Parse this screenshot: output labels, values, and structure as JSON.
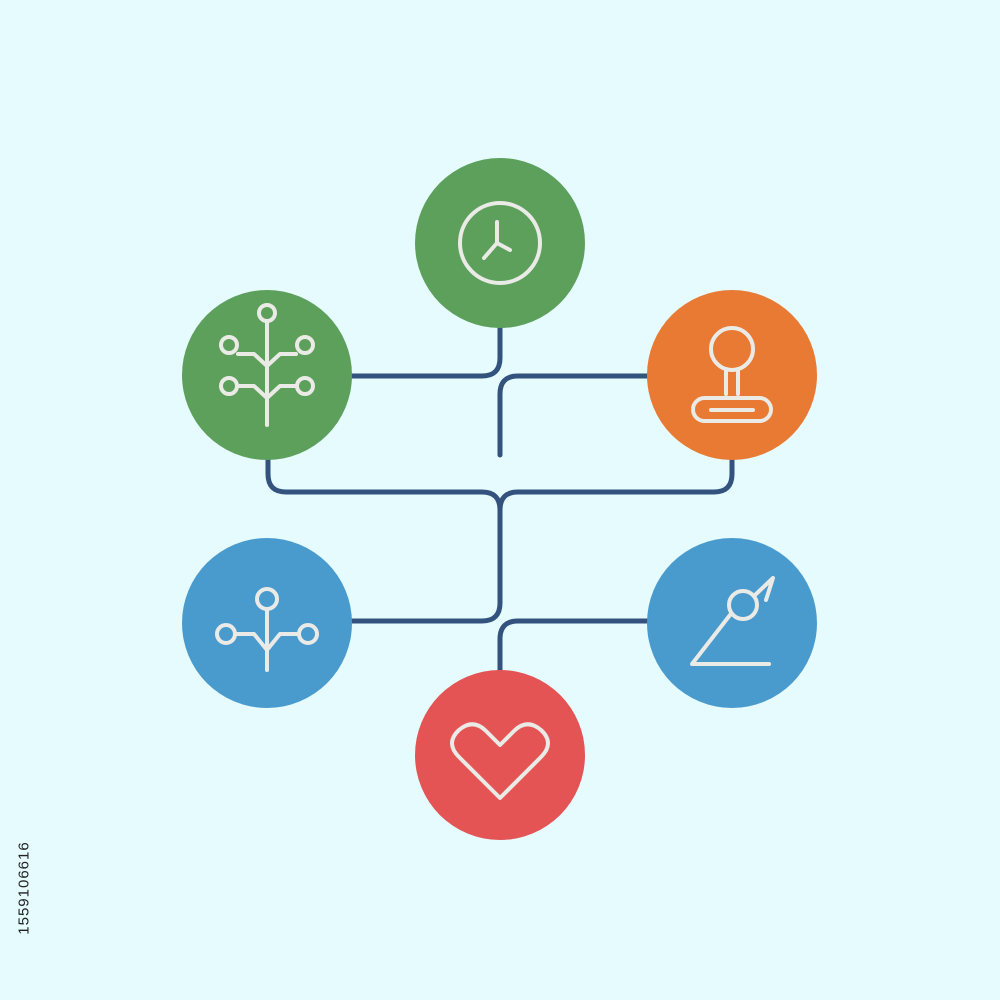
{
  "colors": {
    "background": "#e5fbfe",
    "connector": "#33527e",
    "icon_stroke": "#eaeae6"
  },
  "nodes": [
    {
      "id": "clock",
      "icon": "clock-icon",
      "color": "#5da05c"
    },
    {
      "id": "tree",
      "icon": "tree-branches-icon",
      "color": "#5da05c"
    },
    {
      "id": "stamp",
      "icon": "stamp-icon",
      "color": "#e87a33"
    },
    {
      "id": "sprout",
      "icon": "sprout-branches-icon",
      "color": "#4a9bcd"
    },
    {
      "id": "pin",
      "icon": "pushpin-icon",
      "color": "#4a9bcd"
    },
    {
      "id": "heart",
      "icon": "heart-icon",
      "color": "#e45455"
    }
  ],
  "watermark": {
    "stock_id": "1559106616"
  }
}
